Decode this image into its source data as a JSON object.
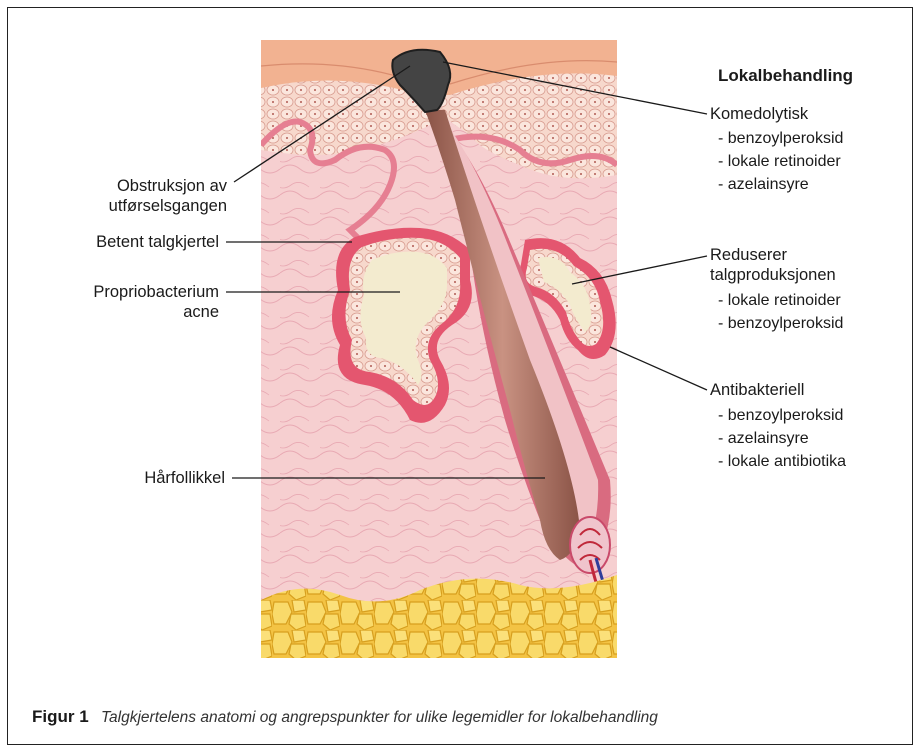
{
  "left_labels": {
    "obstruction_line1": "Obstruksjon av",
    "obstruction_line2": "utførselsgangen",
    "inflamed_gland": "Betent talgkjertel",
    "bacterium_line1": "Propriobacterium",
    "bacterium_line2": "acne",
    "hair_follicle": "Hårfollikkel"
  },
  "right": {
    "heading": "Lokalbehandling",
    "groups": [
      {
        "title": "Komedolytisk",
        "items": [
          "- benzoylperoksid",
          "- lokale retinoider",
          "- azelainsyre"
        ]
      },
      {
        "title_line1": "Reduserer",
        "title_line2": "talgproduksjonen",
        "items": [
          "- lokale retinoider",
          "- benzoylperoksid"
        ]
      },
      {
        "title": "Antibakteriell",
        "items": [
          "- benzoylperoksid",
          "- azelainsyre",
          "- lokale antibiotika"
        ]
      }
    ]
  },
  "caption": {
    "figure": "Figur 1",
    "text": "Talgkjertelens anatomi og angrepspunkter for ulike legemidler for lokalbehandling"
  },
  "colors": {
    "epidermis": "#f2b291",
    "dermis": "#f6cfd0",
    "gland_wall": "#e4566f",
    "sebum": "#f3ebcf",
    "hair": "#a86e5f",
    "fat": "#f7cf4f",
    "artery": "#c0283a",
    "vein": "#2f3d9a"
  }
}
